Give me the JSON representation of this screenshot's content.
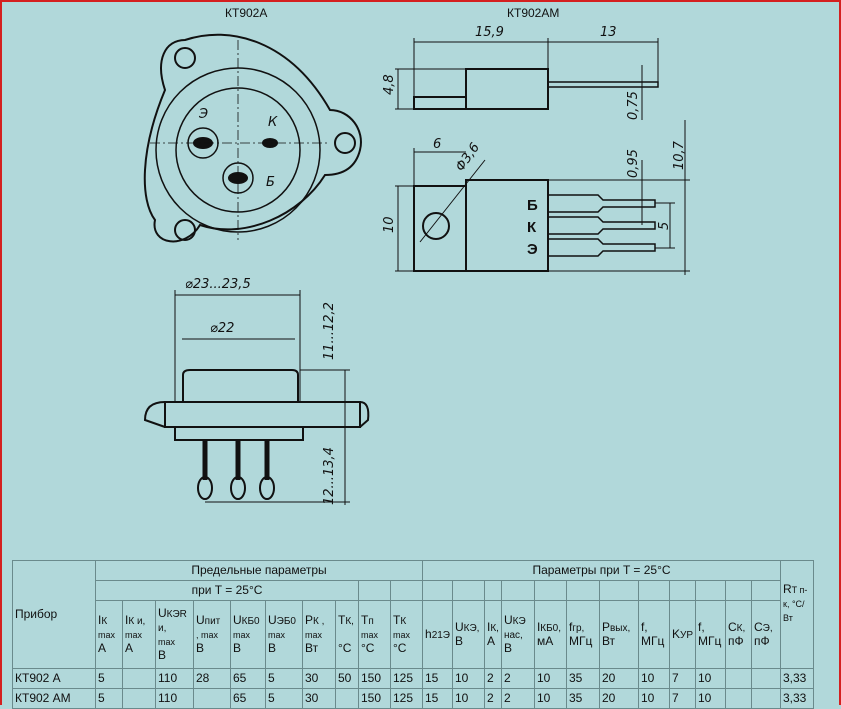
{
  "drawings": {
    "title_left": "КТ902А",
    "title_right": "КТ902АМ",
    "dims": {
      "d_flange": "⌀23...23,5",
      "d_body": "⌀22",
      "h_body": "11...12,2",
      "h_leads": "12...13,4",
      "len_body": "15,9",
      "len_leads": "13",
      "thick": "4,8",
      "lead_thick": "0,75",
      "tab_len": "6",
      "hole": "Φ3,6",
      "lead_w": "0,95",
      "pitch": "5",
      "width": "10",
      "height": "10,7"
    },
    "pins": {
      "b": "Б",
      "k": "К",
      "e": "Э"
    }
  },
  "table": {
    "device_header": "Прибор",
    "limit_group": "Предельные параметры",
    "limit_sub": "при T = 25°C",
    "param_group": "Параметры при T = 25°C",
    "rt": {
      "main": "R",
      "sub": "T п-к",
      "unit": ", °C/ Вт"
    },
    "limit_cols": [
      {
        "main": "I",
        "sub": "К",
        "small": "max",
        "unit": "А"
      },
      {
        "main": "I",
        "sub": "К и,",
        "small": "max",
        "unit": "А"
      },
      {
        "main": "U",
        "sub": "КЭR и,",
        "small": "max",
        "unit": "В"
      },
      {
        "main": "U",
        "sub": "пит",
        "small": ", max",
        "unit": "В"
      },
      {
        "main": "U",
        "sub": "КБ0",
        "small": "max",
        "unit": "В"
      },
      {
        "main": "U",
        "sub": "ЭБ0",
        "small": "max",
        "unit": "В"
      },
      {
        "main": "P",
        "sub": "К ,",
        "small": "max",
        "unit": "Вт"
      },
      {
        "main": "T",
        "sub": "К,",
        "small": "",
        "unit": "°C"
      },
      {
        "main": "T",
        "sub": "п",
        "small": "max",
        "unit": "°C"
      },
      {
        "main": "T",
        "sub": "К",
        "small": "max",
        "unit": "°C"
      }
    ],
    "param_cols": [
      {
        "main": "h",
        "sub": "21Э",
        "unit": ""
      },
      {
        "main": "U",
        "sub": "КЭ,",
        "unit": "В"
      },
      {
        "main": "I",
        "sub": "К,",
        "unit": "А"
      },
      {
        "main": "U",
        "sub": "КЭ нас,",
        "unit": "В"
      },
      {
        "main": "I",
        "sub": "КБ0,",
        "unit": "мА"
      },
      {
        "main": "f",
        "sub": "гр,",
        "unit": "МГц"
      },
      {
        "main": "P",
        "sub": "вых,",
        "unit": "Вт"
      },
      {
        "main": "f,",
        "sub": "",
        "unit": "МГц"
      },
      {
        "main": "K",
        "sub": "УР",
        "unit": ""
      },
      {
        "main": "f,",
        "sub": "",
        "unit": "МГц"
      },
      {
        "main": "C",
        "sub": "К,",
        "unit": "пФ"
      },
      {
        "main": "C",
        "sub": "Э,",
        "unit": "пФ"
      }
    ],
    "rows": [
      [
        "КТ902 А",
        "5",
        "",
        "110",
        "28",
        "65",
        "5",
        "30",
        "50",
        "150",
        "125",
        "15",
        "10",
        "2",
        "2",
        "10",
        "35",
        "20",
        "10",
        "7",
        "10",
        "",
        "",
        "3,33"
      ],
      [
        "КТ902 АМ",
        "5",
        "",
        "110",
        "",
        "65",
        "5",
        "30",
        "",
        "150",
        "125",
        "15",
        "10",
        "2",
        "2",
        "10",
        "35",
        "20",
        "10",
        "7",
        "10",
        "",
        "",
        "3,33"
      ]
    ]
  }
}
